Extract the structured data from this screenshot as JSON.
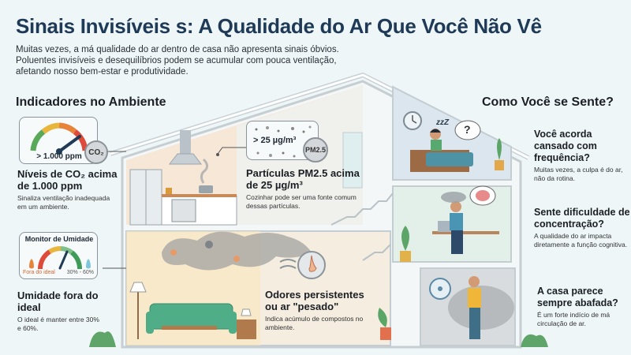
{
  "header": {
    "title": "Sinais Invisíveis s: A Qualidade do Ar Que Você Não Vê",
    "intro": "Muitas vezes, a má qualidade do ar dentro de casa não apresenta sinais óbvios. Poluentes invisíveis e desequilíbrios podem se acumular com pouca ventilação, afetando nosso bem-estar e produtividade."
  },
  "left_section": {
    "heading": "Indicadores no Ambiente",
    "indicators": [
      {
        "gauge_label": "> 1.000 ppm",
        "badge": "CO₂",
        "title": "Níveis de CO₂ acima de 1.000 ppm",
        "description": "Sinaliza ventilação inadequada em um ambiente."
      },
      {
        "gauge_label": "> 25 µg/m³",
        "badge": "PM2.5",
        "title": "Partículas PM2.5 acima de 25 µg/m³",
        "description": "Cozinhar pode ser uma fonte comum dessas partículas."
      },
      {
        "card_title": "Monitor de Umidade",
        "gauge_left_label": "Fora do ideal",
        "gauge_right_label": "30% - 60%",
        "title": "Umidade fora do ideal",
        "description": "O ideal é manter entre 30% e 60%."
      },
      {
        "title": "Odores persistentes ou ar \"pesado\"",
        "description": "Indica acúmulo de compostos no ambiente."
      }
    ]
  },
  "right_section": {
    "heading": "Como Você se Sente?",
    "questions": [
      {
        "title": "Você acorda cansado com frequência?",
        "description": "Muitas vezes, a culpa é do ar, não da rotina."
      },
      {
        "title": "Sente dificuldade de concentração?",
        "description": "A qualidade do ar impacta diretamente a função cognitiva."
      },
      {
        "title": "A casa parece sempre abafada?",
        "description": "É um forte indício de má circulação de ar."
      }
    ]
  },
  "illustration": {
    "rooms": [
      "kitchen",
      "bedroom",
      "office",
      "living-room",
      "stuffy-room"
    ],
    "bedroom_thought": "?",
    "sleep_text": "zzZ"
  },
  "colors": {
    "title": "#1e3a56",
    "gauge_green": "#5aa85a",
    "gauge_yellow": "#e8b63c",
    "gauge_orange": "#e7843a",
    "gauge_red": "#de4b3b",
    "needle": "#1f3b55",
    "sofa": "#4fae87",
    "smoke": "#9aa1a6"
  }
}
